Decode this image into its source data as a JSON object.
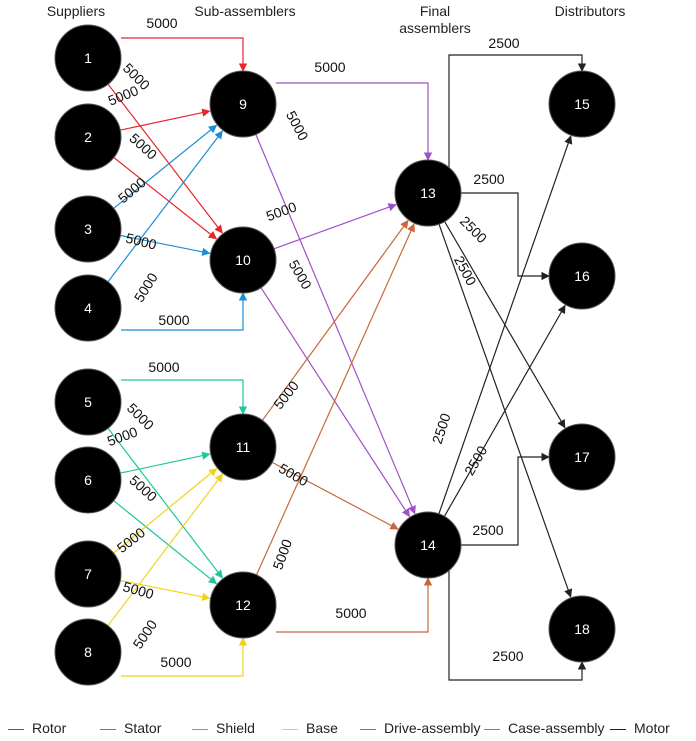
{
  "columns": {
    "suppliers": "Suppliers",
    "sub_assemblers": "Sub-assemblers",
    "final_line1": "Final",
    "final_line2": "assemblers",
    "distributors": "Distributors"
  },
  "nodes": [
    "1",
    "2",
    "3",
    "4",
    "5",
    "6",
    "7",
    "8",
    "9",
    "10",
    "11",
    "12",
    "13",
    "14",
    "15",
    "16",
    "17",
    "18"
  ],
  "legend": [
    {
      "label": "Rotor",
      "color": "#e8262a"
    },
    {
      "label": "Stator",
      "color": "#1a8fd6"
    },
    {
      "label": "Shield",
      "color": "#1fc79a"
    },
    {
      "label": "Base",
      "color": "#f2d21c"
    },
    {
      "label": "Drive-assembly",
      "color": "#a050c8"
    },
    {
      "label": "Case-assembly",
      "color": "#c8683a"
    },
    {
      "label": "Motor",
      "color": "#222222"
    }
  ],
  "edges": [
    {
      "from": "1",
      "to": "9",
      "type": "Rotor",
      "label": "5000"
    },
    {
      "from": "1",
      "to": "10",
      "type": "Rotor",
      "label": "5000"
    },
    {
      "from": "2",
      "to": "9",
      "type": "Rotor",
      "label": "5000"
    },
    {
      "from": "2",
      "to": "10",
      "type": "Rotor",
      "label": "5000"
    },
    {
      "from": "3",
      "to": "9",
      "type": "Stator",
      "label": "5000"
    },
    {
      "from": "3",
      "to": "10",
      "type": "Stator",
      "label": "5000"
    },
    {
      "from": "4",
      "to": "9",
      "type": "Stator",
      "label": "5000"
    },
    {
      "from": "4",
      "to": "10",
      "type": "Stator",
      "label": "5000"
    },
    {
      "from": "5",
      "to": "11",
      "type": "Shield",
      "label": "5000"
    },
    {
      "from": "5",
      "to": "12",
      "type": "Shield",
      "label": "5000"
    },
    {
      "from": "6",
      "to": "11",
      "type": "Shield",
      "label": "5000"
    },
    {
      "from": "6",
      "to": "12",
      "type": "Shield",
      "label": "5000"
    },
    {
      "from": "7",
      "to": "11",
      "type": "Base",
      "label": "5000"
    },
    {
      "from": "7",
      "to": "12",
      "type": "Base",
      "label": "5000"
    },
    {
      "from": "8",
      "to": "11",
      "type": "Base",
      "label": "5000"
    },
    {
      "from": "8",
      "to": "12",
      "type": "Base",
      "label": "5000"
    },
    {
      "from": "9",
      "to": "13",
      "type": "Drive-assembly",
      "label": "5000"
    },
    {
      "from": "9",
      "to": "14",
      "type": "Drive-assembly",
      "label": "5000"
    },
    {
      "from": "10",
      "to": "13",
      "type": "Drive-assembly",
      "label": "5000"
    },
    {
      "from": "10",
      "to": "14",
      "type": "Drive-assembly",
      "label": "5000"
    },
    {
      "from": "11",
      "to": "13",
      "type": "Case-assembly",
      "label": "5000"
    },
    {
      "from": "11",
      "to": "14",
      "type": "Case-assembly",
      "label": "5000"
    },
    {
      "from": "12",
      "to": "13",
      "type": "Case-assembly",
      "label": "5000"
    },
    {
      "from": "12",
      "to": "14",
      "type": "Case-assembly",
      "label": "5000"
    },
    {
      "from": "13",
      "to": "15",
      "type": "Motor",
      "label": "2500"
    },
    {
      "from": "13",
      "to": "16",
      "type": "Motor",
      "label": "2500"
    },
    {
      "from": "13",
      "to": "17",
      "type": "Motor",
      "label": "2500"
    },
    {
      "from": "13",
      "to": "18",
      "type": "Motor",
      "label": "2500"
    },
    {
      "from": "14",
      "to": "15",
      "type": "Motor",
      "label": "2500"
    },
    {
      "from": "14",
      "to": "16",
      "type": "Motor",
      "label": "2500"
    },
    {
      "from": "14",
      "to": "17",
      "type": "Motor",
      "label": "2500"
    },
    {
      "from": "14",
      "to": "18",
      "type": "Motor",
      "label": "2500"
    }
  ]
}
